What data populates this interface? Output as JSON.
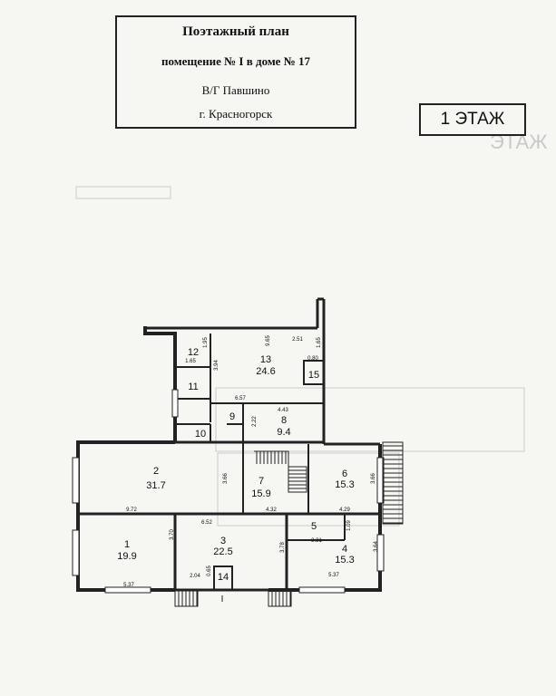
{
  "title": {
    "heading": "Поэтажный план",
    "premises": "помещение № I в доме № 17",
    "locality": "В/Г Павшино",
    "city": "г. Красногорск"
  },
  "floor_label": "1 ЭТАЖ",
  "ghost_floor_label": "ЭТАЖ",
  "rooms": [
    {
      "number": "1",
      "area": "19.9"
    },
    {
      "number": "2",
      "area": "31.7"
    },
    {
      "number": "3",
      "area": "22.5"
    },
    {
      "number": "4",
      "area": "15.3"
    },
    {
      "number": "5",
      "area": ""
    },
    {
      "number": "6",
      "area": "15.3"
    },
    {
      "number": "7",
      "area": "15.9"
    },
    {
      "number": "8",
      "area": "9.4"
    },
    {
      "number": "9",
      "area": ""
    },
    {
      "number": "10",
      "area": ""
    },
    {
      "number": "11",
      "area": ""
    },
    {
      "number": "12",
      "area": ""
    },
    {
      "number": "13",
      "area": "24.6"
    },
    {
      "number": "14",
      "area": ""
    },
    {
      "number": "15",
      "area": ""
    }
  ],
  "dimensions": [
    "1.95",
    "1.65",
    "3.94",
    "9.65",
    "2.51",
    "1.65",
    "0.80",
    "6.57",
    "4.43",
    "2.22",
    "3.66",
    "9.72",
    "6.52",
    "4.32",
    "4.29",
    "3.66",
    "3.31",
    "3.70",
    "3.78",
    "3.64",
    "1.09",
    "5.37",
    "2.04",
    "0.65",
    "5.37"
  ],
  "entrance_marker": "I"
}
